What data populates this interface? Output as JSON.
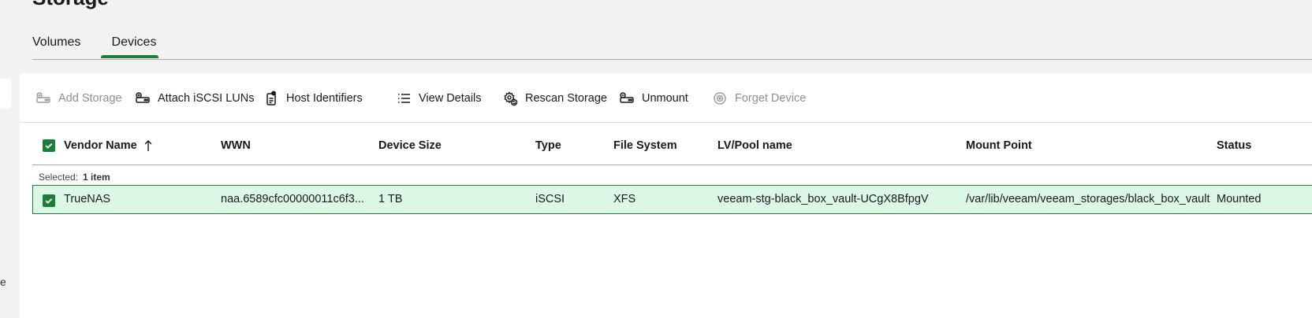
{
  "page": {
    "title": "Storage"
  },
  "sidebar": {
    "partial_text": "e"
  },
  "tabs": [
    {
      "label": "Volumes",
      "active": false
    },
    {
      "label": "Devices",
      "active": true
    }
  ],
  "toolbar": {
    "add_storage": {
      "label": "Add Storage",
      "enabled": false
    },
    "attach_iscsi": {
      "label": "Attach iSCSI LUNs",
      "enabled": true
    },
    "host_identifiers": {
      "label": "Host Identifiers",
      "enabled": true
    },
    "view_details": {
      "label": "View Details",
      "enabled": true
    },
    "rescan_storage": {
      "label": "Rescan Storage",
      "enabled": true
    },
    "unmount": {
      "label": "Unmount",
      "enabled": true
    },
    "forget_device": {
      "label": "Forget Device",
      "enabled": false
    }
  },
  "table": {
    "columns": [
      "Vendor Name",
      "WWN",
      "Device Size",
      "Type",
      "File System",
      "LV/Pool name",
      "Mount Point",
      "Status"
    ],
    "sort": {
      "column": "Vendor Name",
      "direction": "ascending"
    },
    "selection": {
      "label": "Selected:",
      "value": "1 item"
    },
    "rows": [
      {
        "selected": true,
        "vendor_name": "TrueNAS",
        "wwn": "naa.6589cfc00000011c6f3...",
        "device_size": "1 TB",
        "type": "iSCSI",
        "file_system": "XFS",
        "lv_pool_name": "veeam-stg-black_box_vault-UCgX8BfpgV",
        "mount_point": "/var/lib/veeam/veeam_storages/black_box_vault",
        "status": "Mounted"
      }
    ]
  },
  "colors": {
    "accent": "#1e7d3a",
    "selected_row_bg": "#dbf8e6",
    "page_bg": "#f1f2f1"
  }
}
